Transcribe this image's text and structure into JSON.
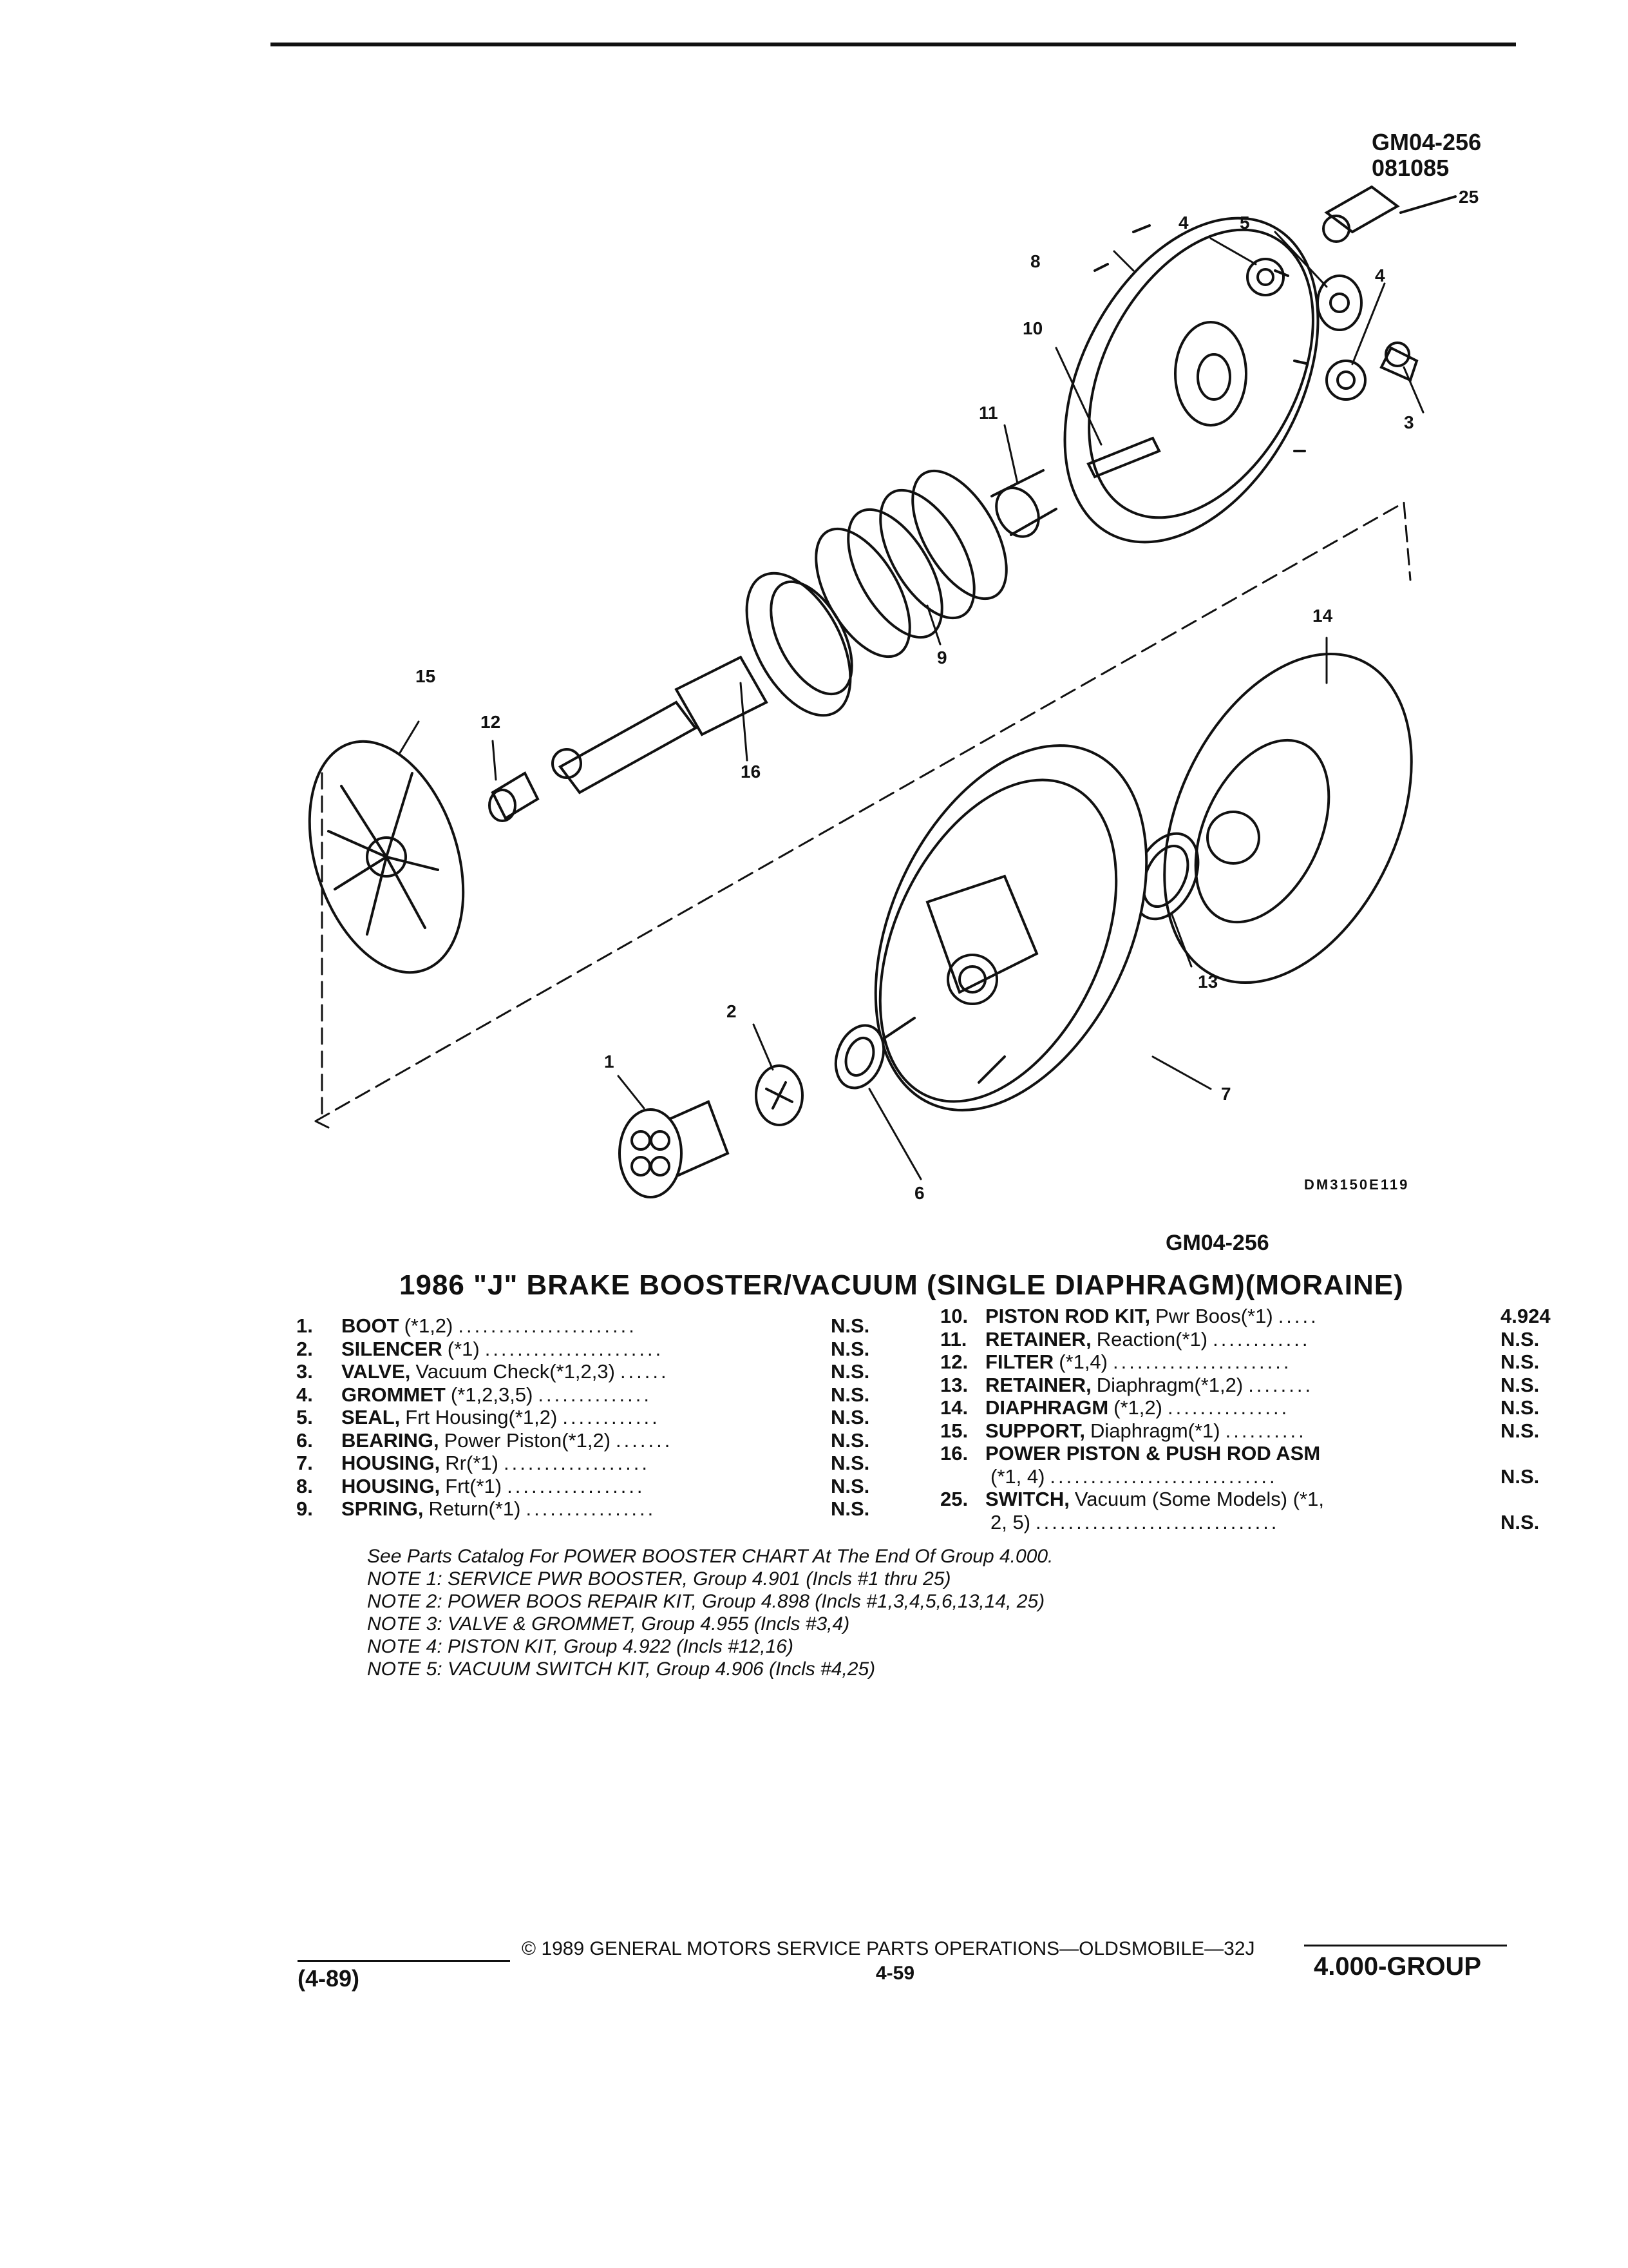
{
  "header": {
    "ident_code": "GM04-256",
    "ident_date": "081085"
  },
  "diagram": {
    "callouts": [
      "25",
      "4",
      "5",
      "8",
      "4",
      "10",
      "11",
      "3",
      "9",
      "14",
      "15",
      "12",
      "16",
      "13",
      "2",
      "1",
      "7",
      "6"
    ],
    "image_code": "DM3150E119",
    "figure_id": "GM04-256"
  },
  "title": "1986 \"J\" BRAKE BOOSTER/VACUUM (SINGLE DIAPHRAGM)(MORAINE)",
  "parts_left": [
    {
      "num": "1.",
      "name": "BOOT",
      "desc": "(*1,2)",
      "dots": "......................",
      "code": "N.S."
    },
    {
      "num": "2.",
      "name": "SILENCER",
      "desc": "(*1)",
      "dots": "......................",
      "code": "N.S."
    },
    {
      "num": "3.",
      "name": "VALVE,",
      "desc": "Vacuum Check(*1,2,3)",
      "dots": "......",
      "code": "N.S."
    },
    {
      "num": "4.",
      "name": "GROMMET",
      "desc": "(*1,2,3,5)",
      "dots": "..............",
      "code": "N.S."
    },
    {
      "num": "5.",
      "name": "SEAL,",
      "desc": "Frt Housing(*1,2)",
      "dots": "............",
      "code": "N.S."
    },
    {
      "num": "6.",
      "name": "BEARING,",
      "desc": "Power Piston(*1,2)",
      "dots": ".......",
      "code": "N.S."
    },
    {
      "num": "7.",
      "name": "HOUSING,",
      "desc": "Rr(*1)",
      "dots": "..................",
      "code": "N.S."
    },
    {
      "num": "8.",
      "name": "HOUSING,",
      "desc": "Frt(*1)",
      "dots": ".................",
      "code": "N.S."
    },
    {
      "num": "9.",
      "name": "SPRING,",
      "desc": "Return(*1)",
      "dots": "................",
      "code": "N.S."
    }
  ],
  "parts_right": [
    {
      "num": "10.",
      "name": "PISTON ROD KIT,",
      "desc": "Pwr Boos(*1)",
      "dots": ".....",
      "code": "4.924"
    },
    {
      "num": "11.",
      "name": "RETAINER,",
      "desc": "Reaction(*1)",
      "dots": "............",
      "code": "N.S."
    },
    {
      "num": "12.",
      "name": "FILTER",
      "desc": "(*1,4)",
      "dots": "......................",
      "code": "N.S."
    },
    {
      "num": "13.",
      "name": "RETAINER,",
      "desc": "Diaphragm(*1,2)",
      "dots": "........",
      "code": "N.S."
    },
    {
      "num": "14.",
      "name": "DIAPHRAGM",
      "desc": "(*1,2)",
      "dots": "...............",
      "code": "N.S."
    },
    {
      "num": "15.",
      "name": "SUPPORT,",
      "desc": "Diaphragm(*1)",
      "dots": "..........",
      "code": "N.S."
    },
    {
      "num": "16.",
      "name": "POWER PISTON & PUSH ROD ASM",
      "desc": "",
      "dots": "",
      "code": ""
    },
    {
      "num": "",
      "name": "",
      "desc": "(*1, 4)",
      "dots": "............................",
      "code": "N.S."
    },
    {
      "num": "25.",
      "name": "SWITCH,",
      "desc": "Vacuum (Some Models) (*1,",
      "dots": "",
      "code": ""
    },
    {
      "num": "",
      "name": "",
      "desc": "2, 5)",
      "dots": "..............................",
      "code": "N.S."
    }
  ],
  "notes": [
    "See Parts Catalog For POWER BOOSTER CHART At The End Of Group 4.000.",
    "NOTE 1: SERVICE PWR BOOSTER, Group 4.901 (Incls #1 thru 25)",
    "NOTE 2: POWER BOOS REPAIR KIT, Group 4.898 (Incls #1,3,4,5,6,13,14, 25)",
    "NOTE 3: VALVE & GROMMET, Group 4.955 (Incls #3,4)",
    "NOTE 4: PISTON KIT, Group 4.922 (Incls #12,16)",
    "NOTE 5: VACUUM SWITCH KIT, Group 4.906 (Incls #4,25)"
  ],
  "footer": {
    "date": "(4-89)",
    "copyright": "© 1989 GENERAL MOTORS SERVICE PARTS OPERATIONS—OLDSMOBILE—32J",
    "page": "4-59",
    "group": "4.000-GROUP"
  }
}
